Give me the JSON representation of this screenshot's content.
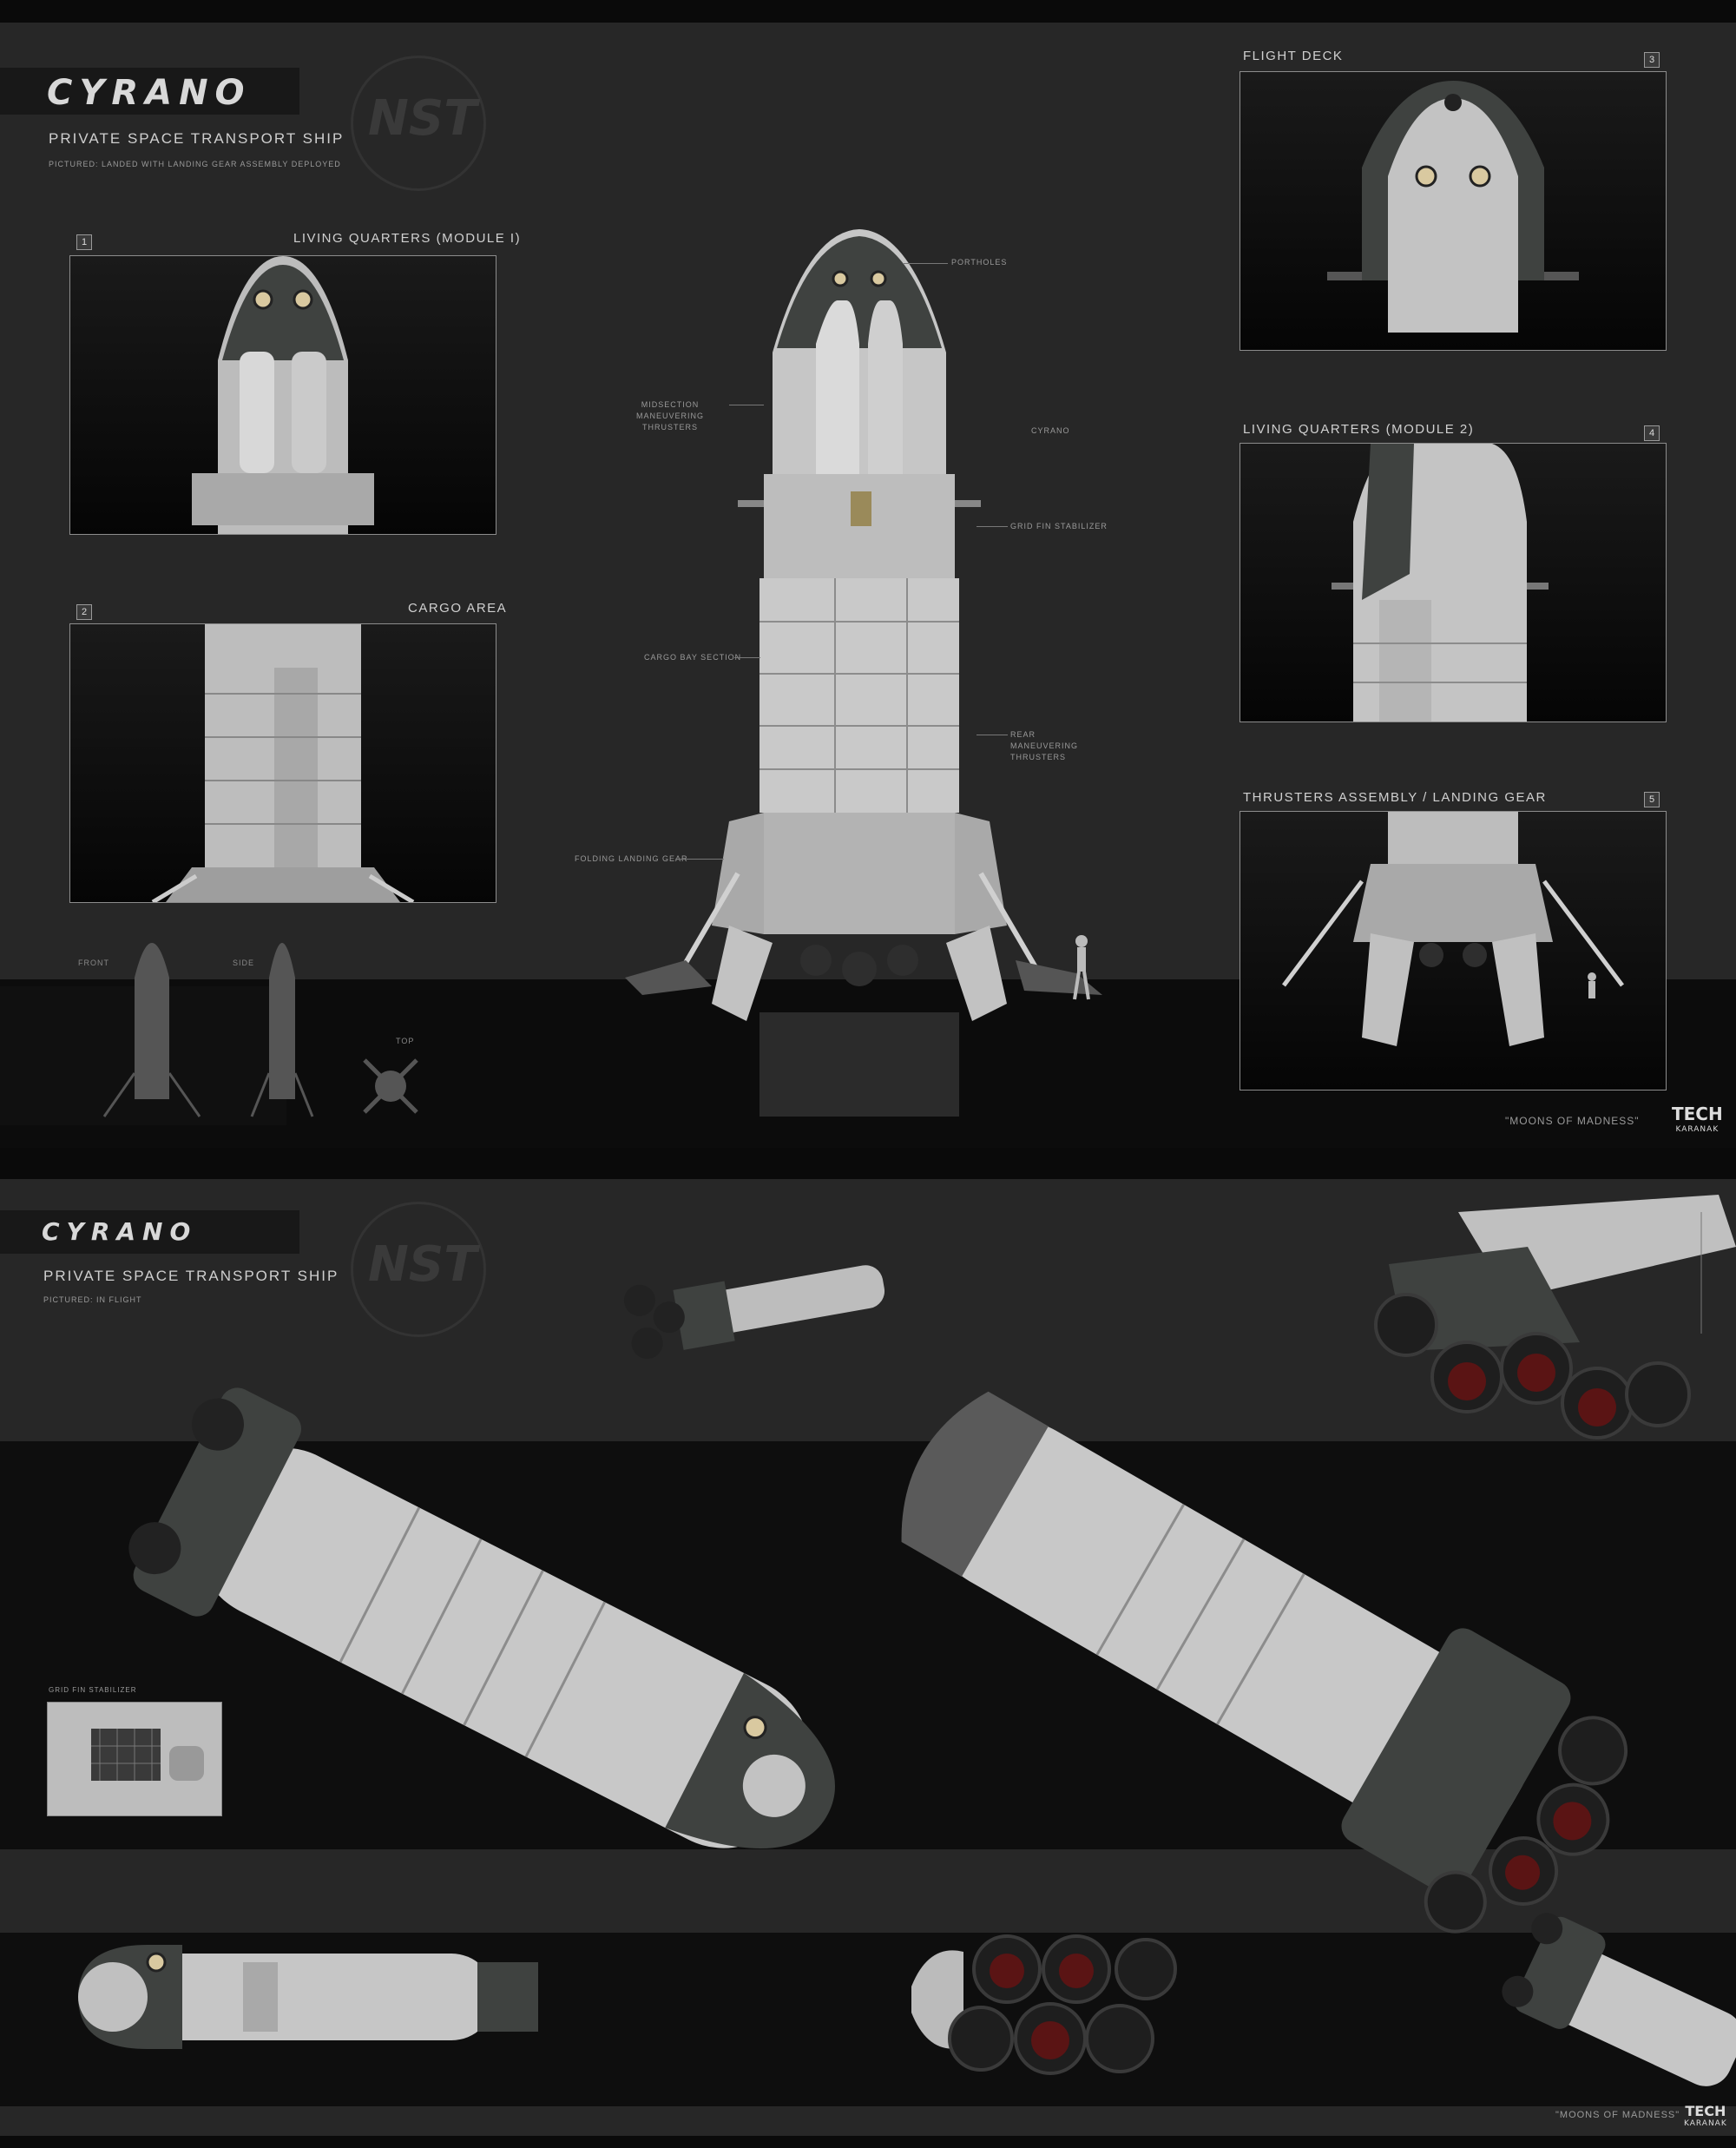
{
  "sheet1": {
    "logo": "CYRANO",
    "subtitle": "PRIVATE SPACE TRANSPORT SHIP",
    "caption": "PICTURED: LANDED WITH LANDING GEAR ASSEMBLY DEPLOYED",
    "watermark": "NST",
    "panels": [
      {
        "num": "1",
        "title": "LIVING QUARTERS (MODULE I)"
      },
      {
        "num": "2",
        "title": "CARGO AREA"
      },
      {
        "num": "3",
        "title": "FLIGHT DECK"
      },
      {
        "num": "4",
        "title": "LIVING QUARTERS (MODULE 2)"
      },
      {
        "num": "5",
        "title": "THRUSTERS ASSEMBLY / LANDING GEAR"
      }
    ],
    "callouts": {
      "portholes": "PORTHOLES",
      "midsection_thrusters": "MIDSECTION MANEUVERING THRUSTERS",
      "grid_fin": "GRID FIN STABILIZER",
      "cargo_bay": "CARGO BAY SECTION",
      "rear_thrusters": "REAR MANEUVERING THRUSTERS",
      "landing_gear": "FOLDING LANDING GEAR"
    },
    "hull_label": "CYRANO",
    "views": {
      "front": "FRONT",
      "side": "SIDE",
      "top": "TOP"
    },
    "quote": "\"MOONS OF MADNESS\"",
    "tech_logo": "TECH",
    "tech_sub": "KARANAK"
  },
  "sheet2": {
    "logo": "CYRANO",
    "subtitle": "PRIVATE SPACE TRANSPORT SHIP",
    "caption": "PICTURED: IN FLIGHT",
    "watermark": "NST",
    "grid_fin_label": "GRID FIN STABILIZER",
    "quote": "\"MOONS OF MADNESS\"",
    "tech_logo": "TECH",
    "tech_sub": "KARANAK"
  },
  "colors": {
    "background": "#272727",
    "band": "#0c0c0c",
    "hull": "#c9c9c9",
    "hull_dark": "#3f4240",
    "thruster_glow": "#5a1414"
  }
}
